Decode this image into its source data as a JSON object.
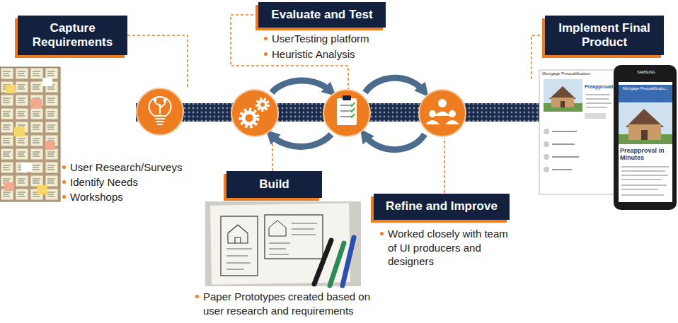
{
  "diagram": {
    "nodes": [
      {
        "text": [
          "Capture Requirements"
        ]
      },
      {
        "text": [
          "Build"
        ]
      },
      {
        "text": [
          "Evaluate and Test"
        ]
      },
      {
        "text": [
          "Refine and Improve"
        ]
      },
      {
        "text": [
          "Implement Final Product"
        ]
      }
    ],
    "labels": [
      "User Research/Surveys",
      "Identify Needs",
      "Workshops",
      "UserTesting platform",
      "Heuristic Analysis",
      "Paper Prototypes created based on user research and requirements",
      "Worked closely with team of UI producers and designers",
      "Mortgage Prequalification",
      "Preapproval",
      "SAMSUNG",
      "Mortgage Prequalificatio...",
      "Preapproval in Minutes"
    ]
  }
}
